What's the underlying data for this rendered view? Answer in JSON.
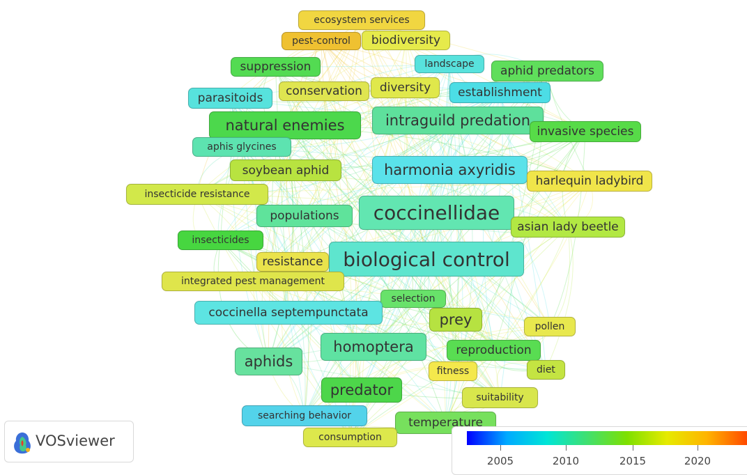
{
  "nodes": [
    {
      "id": "ecosystem-services",
      "label": "ecosystem services",
      "color": "#f1d641"
    },
    {
      "id": "pest-control",
      "label": "pest-control",
      "color": "#efc131"
    },
    {
      "id": "biodiversity",
      "label": "biodiversity",
      "color": "#e6ea4b"
    },
    {
      "id": "landscape",
      "label": "landscape",
      "color": "#58e2dd"
    },
    {
      "id": "suppression",
      "label": "suppression",
      "color": "#53db52"
    },
    {
      "id": "aphid-predators",
      "label": "aphid predators",
      "color": "#5fde5b"
    },
    {
      "id": "parasitoids",
      "label": "parasitoids",
      "color": "#57e2dd"
    },
    {
      "id": "conservation",
      "label": "conservation",
      "color": "#dfe550"
    },
    {
      "id": "diversity",
      "label": "diversity",
      "color": "#e0e84b"
    },
    {
      "id": "establishment",
      "label": "establishment",
      "color": "#4cdde5"
    },
    {
      "id": "natural-enemies",
      "label": "natural enemies",
      "color": "#4cd84c"
    },
    {
      "id": "intraguild-predation",
      "label": "intraguild predation",
      "color": "#5ee09c"
    },
    {
      "id": "invasive-species",
      "label": "invasive species",
      "color": "#57db48"
    },
    {
      "id": "aphis-glycines",
      "label": "aphis glycines",
      "color": "#5de3b0"
    },
    {
      "id": "soybean-aphid",
      "label": "soybean aphid",
      "color": "#b8e340"
    },
    {
      "id": "harmonia-axyridis",
      "label": "harmonia axyridis",
      "color": "#5ae2ea"
    },
    {
      "id": "harlequin-ladybird",
      "label": "harlequin ladybird",
      "color": "#f0e54a"
    },
    {
      "id": "insecticide-resistance",
      "label": "insecticide resistance",
      "color": "#d2e84a"
    },
    {
      "id": "coccinellidae",
      "label": "coccinellidae",
      "color": "#62e6b1"
    },
    {
      "id": "populations",
      "label": "populations",
      "color": "#5fe39b"
    },
    {
      "id": "asian-lady-beetle",
      "label": "asian lady beetle",
      "color": "#b2e843"
    },
    {
      "id": "insecticides",
      "label": "insecticides",
      "color": "#47d640"
    },
    {
      "id": "biological-control",
      "label": "biological control",
      "color": "#5ee5ce"
    },
    {
      "id": "resistance",
      "label": "resistance",
      "color": "#eae34c"
    },
    {
      "id": "integrated-pest-management",
      "label": "integrated pest management",
      "color": "#dfe54b"
    },
    {
      "id": "selection",
      "label": "selection",
      "color": "#68e26a"
    },
    {
      "id": "coccinella-septempunctata",
      "label": "coccinella septempunctata",
      "color": "#5de4e2"
    },
    {
      "id": "prey",
      "label": "prey",
      "color": "#b6e241"
    },
    {
      "id": "pollen",
      "label": "pollen",
      "color": "#e8e84e"
    },
    {
      "id": "homoptera",
      "label": "homoptera",
      "color": "#5fe2a2"
    },
    {
      "id": "reproduction",
      "label": "reproduction",
      "color": "#59dd52"
    },
    {
      "id": "aphids",
      "label": "aphids",
      "color": "#67e19e"
    },
    {
      "id": "fitness",
      "label": "fitness",
      "color": "#f4e84c"
    },
    {
      "id": "diet",
      "label": "diet",
      "color": "#c4e442"
    },
    {
      "id": "predator",
      "label": "predator",
      "color": "#4dd64a"
    },
    {
      "id": "suitability",
      "label": "suitability",
      "color": "#d8e64c"
    },
    {
      "id": "searching-behavior",
      "label": "searching behavior",
      "color": "#53d3ea"
    },
    {
      "id": "temperature",
      "label": "temperature",
      "color": "#77e05d"
    },
    {
      "id": "consumption",
      "label": "consumption",
      "color": "#dde84c"
    }
  ],
  "logo": {
    "text": "VOSviewer"
  },
  "legend": {
    "ticks": [
      "2005",
      "2010",
      "2015",
      "2020"
    ],
    "gradient": [
      "#0000ff",
      "#00aaff",
      "#00e5d6",
      "#40e070",
      "#7ee000",
      "#e6ea00",
      "#ffb400",
      "#ff4a00"
    ]
  }
}
